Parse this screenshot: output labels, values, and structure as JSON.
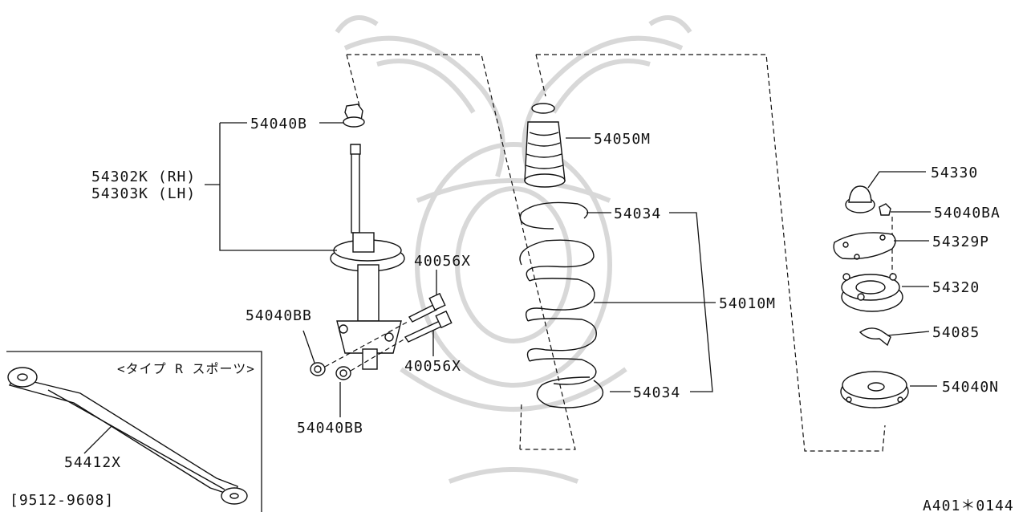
{
  "diagram": {
    "parts": {
      "p54040B": "54040B",
      "p54302K": "54302K (RH)",
      "p54303K": "54303K (LH)",
      "p54040BB_a": "54040BB",
      "p54040BB_b": "54040BB",
      "p40056X_a": "40056X",
      "p40056X_b": "40056X",
      "p54050M": "54050M",
      "p54034_a": "54034",
      "p54034_b": "54034",
      "p54010M": "54010M",
      "p54330": "54330",
      "p54040BA": "54040BA",
      "p54329P": "54329P",
      "p54320": "54320",
      "p54085": "54085",
      "p54040N": "54040N",
      "p54412X": "54412X"
    },
    "inset_title": "<タイプ R スポーツ>",
    "date_range": "[9512-9608]",
    "figure_code": "A401＊0144"
  }
}
